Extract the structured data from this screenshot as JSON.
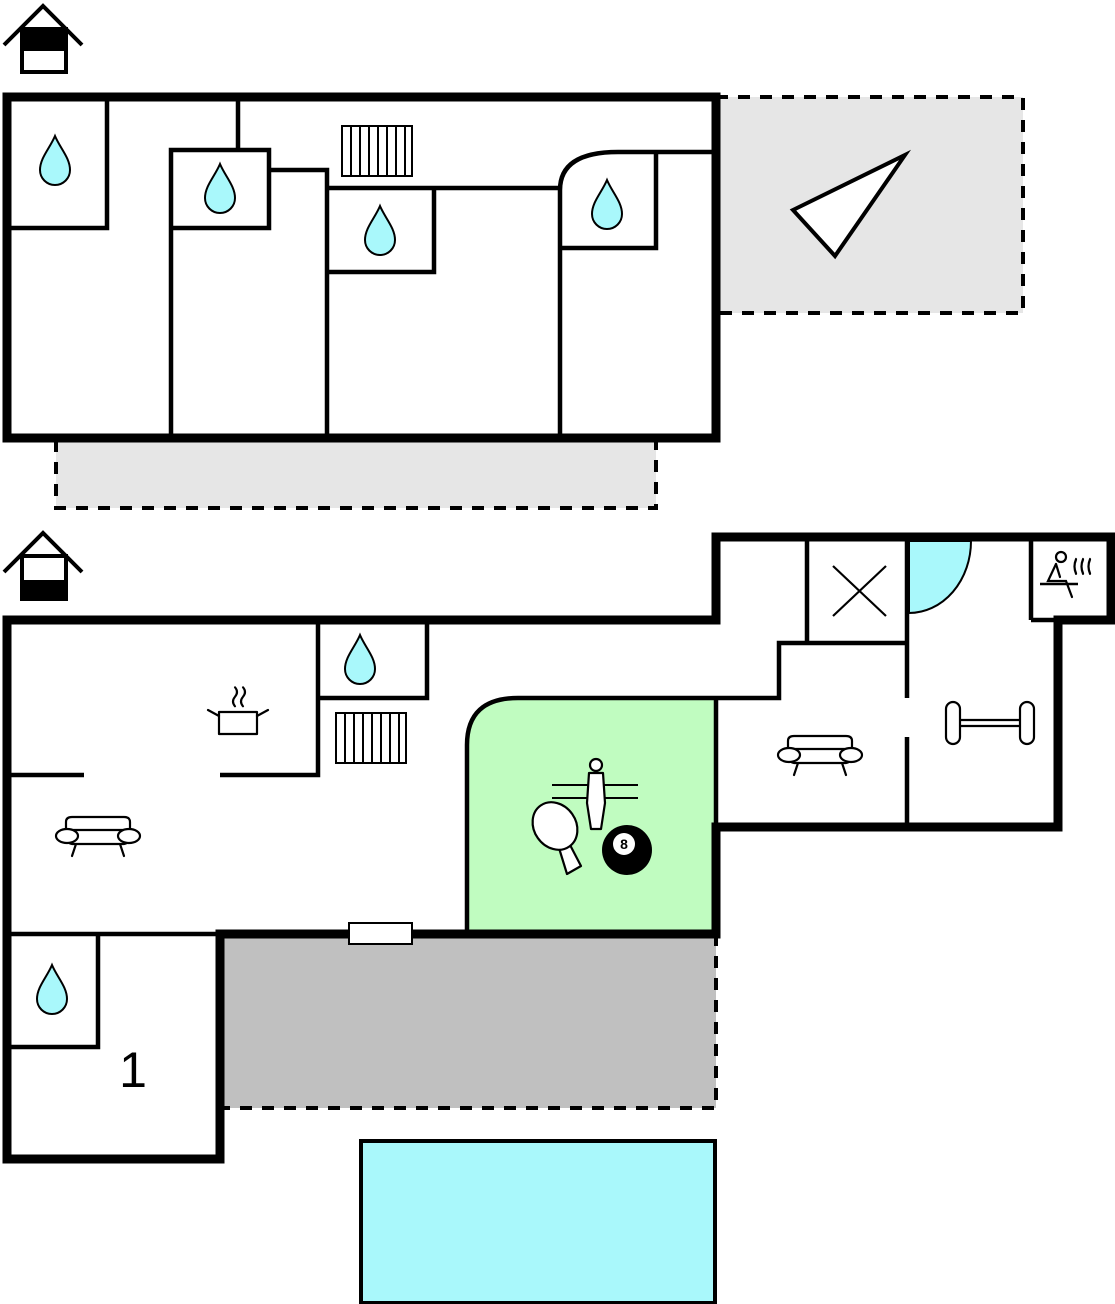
{
  "floors": [
    {
      "id": "upper",
      "level_icon": "house-upper-floor-icon"
    },
    {
      "id": "ground",
      "level_icon": "house-ground-floor-icon"
    }
  ],
  "room_labels": {
    "room_1": "1"
  },
  "icons": {
    "bathroom": "water-drop-icon",
    "radiator": "radiator-icon",
    "terrace_direction": "direction-triangle-icon",
    "kitchen": "cooking-pot-icon",
    "living": "sofa-icon",
    "games": [
      "table-football-icon",
      "table-tennis-paddle-icon",
      "billiard-ball-icon"
    ],
    "storage": "cross-icon",
    "fitness": "dumbbell-icon",
    "sauna": "sauna-icon"
  },
  "billiard_ball_number": "8",
  "colors": {
    "walls": "#000000",
    "outdoor_area": "#e6e6e6",
    "covered_area": "#c0c0c0",
    "games_room": "#c0fcc0",
    "pool": "#a9f8fb",
    "water_icon": "#a9f8fb"
  }
}
